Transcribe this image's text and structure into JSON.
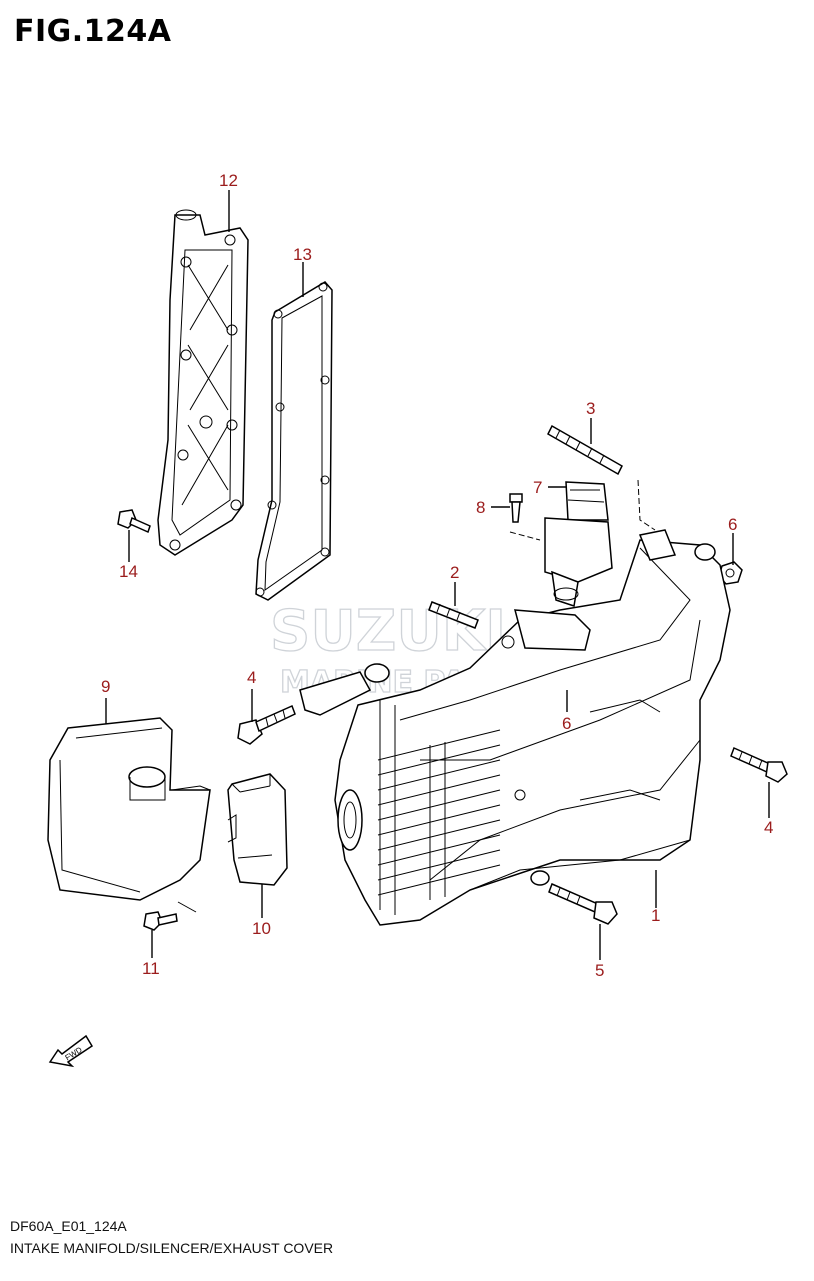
{
  "figure_title": "FIG.124A",
  "footer": {
    "code": "DF60A_E01_124A",
    "title": "INTAKE MANIFOLD/SILENCER/EXHAUST COVER"
  },
  "watermark": {
    "line1": "SUZUKI",
    "line2": "MARINE PARTS"
  },
  "fwd_label": "FWD",
  "callouts": [
    {
      "id": "c12",
      "text": "12"
    },
    {
      "id": "c13",
      "text": "13"
    },
    {
      "id": "c3",
      "text": "3"
    },
    {
      "id": "c7",
      "text": "7"
    },
    {
      "id": "c8",
      "text": "8"
    },
    {
      "id": "c6a",
      "text": "6"
    },
    {
      "id": "c14",
      "text": "14"
    },
    {
      "id": "c2",
      "text": "2"
    },
    {
      "id": "c9",
      "text": "9"
    },
    {
      "id": "c4a",
      "text": "4"
    },
    {
      "id": "c6b",
      "text": "6"
    },
    {
      "id": "c4b",
      "text": "4"
    },
    {
      "id": "c1",
      "text": "1"
    },
    {
      "id": "c10",
      "text": "10"
    },
    {
      "id": "c11",
      "text": "11"
    },
    {
      "id": "c5",
      "text": "5"
    }
  ],
  "colors": {
    "callout": "#9b1c1c",
    "line": "#000000",
    "watermark": "#cfd3d8"
  }
}
